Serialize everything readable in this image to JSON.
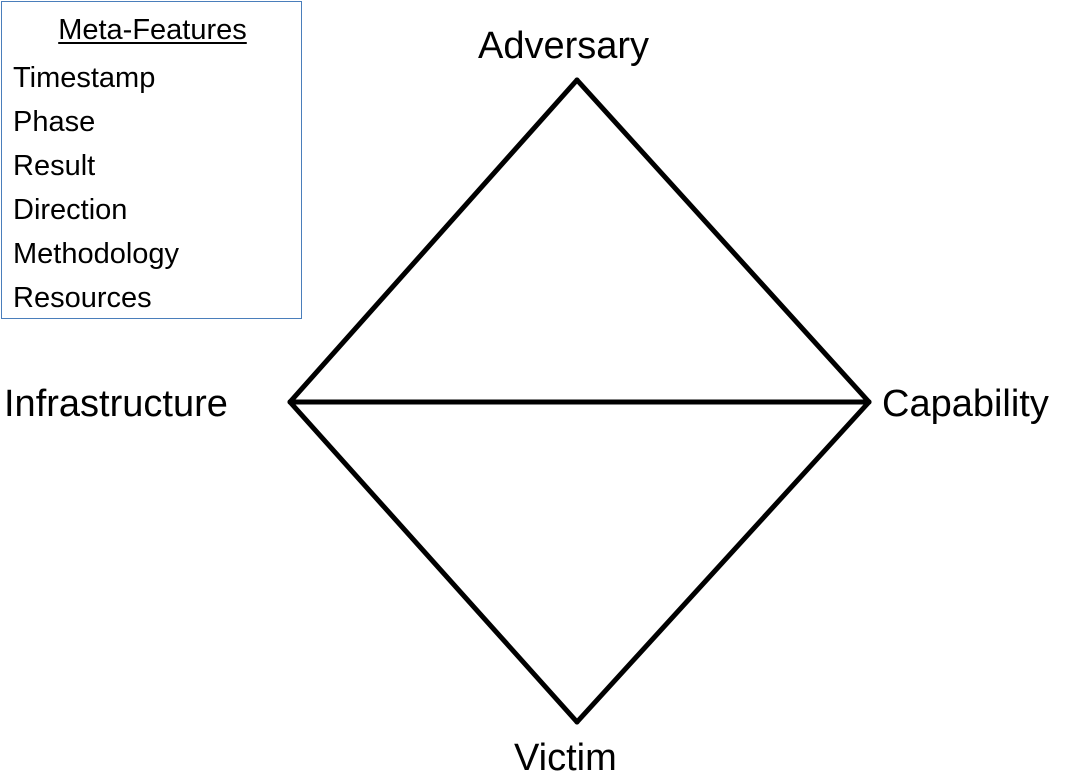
{
  "meta_features": {
    "title": "Meta-Features",
    "items": [
      "Timestamp",
      "Phase",
      "Result",
      "Direction",
      "Methodology",
      "Resources"
    ]
  },
  "vertices": {
    "adversary": "Adversary",
    "infrastructure": "Infrastructure",
    "capability": "Capability",
    "victim": "Victim"
  },
  "colors": {
    "box_border": "#4a7ebb",
    "line": "#000000"
  }
}
